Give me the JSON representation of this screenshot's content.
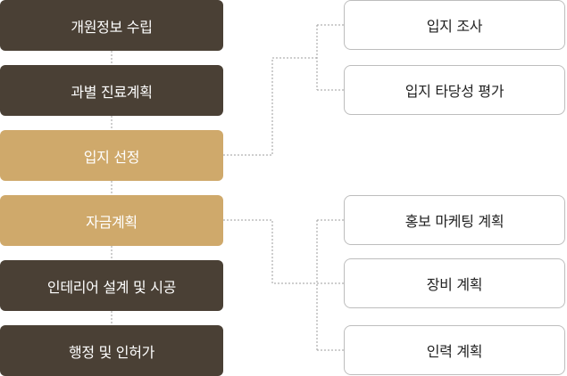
{
  "steps": [
    {
      "label": "개원정보 수립",
      "style": "dark"
    },
    {
      "label": "과별 진료계획",
      "style": "dark"
    },
    {
      "label": "입지 선정",
      "style": "gold"
    },
    {
      "label": "자금계획",
      "style": "gold"
    },
    {
      "label": "인테리어 설계 및 시공",
      "style": "dark"
    },
    {
      "label": "행정 및 인허가",
      "style": "dark"
    }
  ],
  "location_details": [
    {
      "label": "입지 조사"
    },
    {
      "label": "입지 타당성 평가"
    }
  ],
  "funding_details": [
    {
      "label": "홍보 마케팅 계획"
    },
    {
      "label": "장비 계획"
    },
    {
      "label": "인력 계획"
    }
  ],
  "colors": {
    "dark_step": "#4a4035",
    "highlight_step": "#cfa96b",
    "connector": "#9e9e9e"
  }
}
